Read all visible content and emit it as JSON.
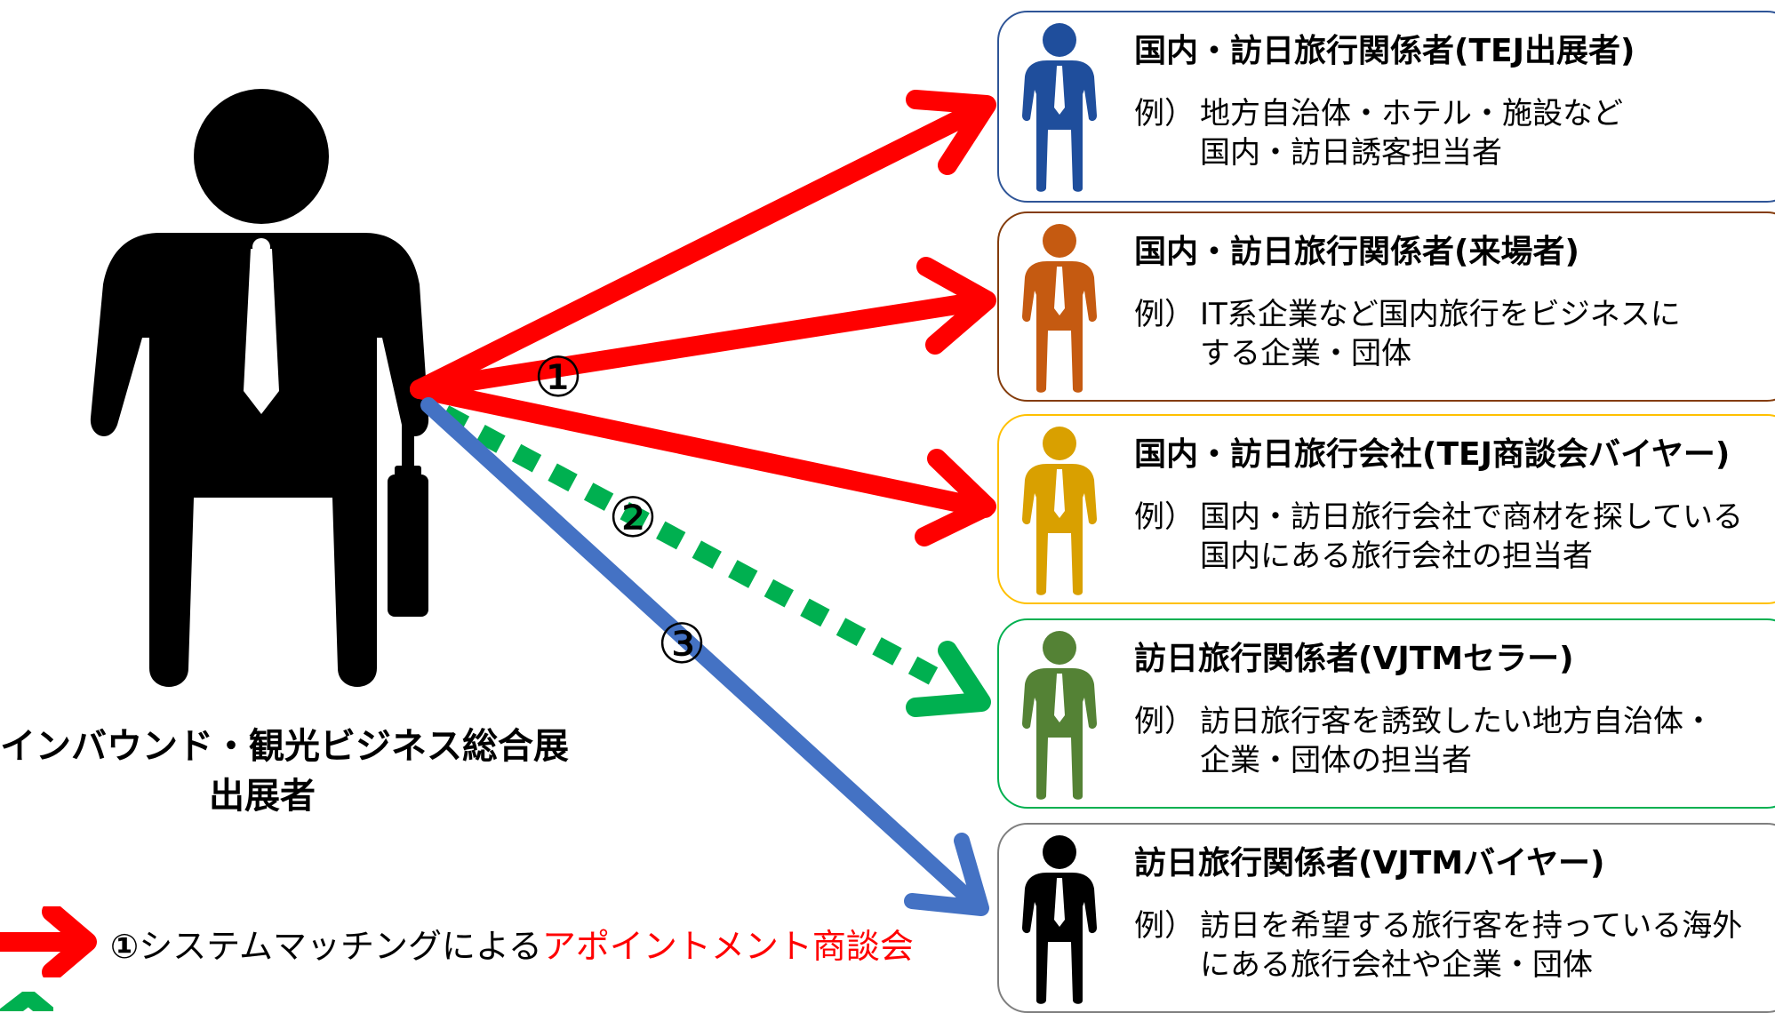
{
  "exhibitor": {
    "line1": "インバウンド・観光ビジネス総合展",
    "line2": "出展者"
  },
  "route_labels": [
    "①",
    "②",
    "③"
  ],
  "targets": [
    {
      "title": "国内・訪日旅行関係者(TEJ出展者)",
      "example_prefix": "例）",
      "example_line1": "地方自治体・ホテル・施設など",
      "example_line2": "国内・訪日誘客担当者",
      "color": "#1f4e9c",
      "border_color": "#2f5597"
    },
    {
      "title": "国内・訪日旅行関係者(来場者)",
      "example_prefix": "例）",
      "example_line1": "IT系企業など国内旅行をビジネスに",
      "example_line2": "する企業・団体",
      "color": "#c55a11",
      "border_color": "#843c0c"
    },
    {
      "title": "国内・訪日旅行会社(TEJ商談会バイヤー)",
      "example_prefix": "例）",
      "example_line1": "国内・訪日旅行会社で商材を探している",
      "example_line2": "国内にある旅行会社の担当者",
      "color": "#d9a000",
      "border_color": "#ffc000"
    },
    {
      "title": "訪日旅行関係者(VJTMセラー)",
      "example_prefix": "例）",
      "example_line1": "訪日旅行客を誘致したい地方自治体・",
      "example_line2": "企業・団体の担当者",
      "color": "#548235",
      "border_color": "#00b050"
    },
    {
      "title": "訪日旅行関係者(VJTMバイヤー)",
      "example_prefix": "例）",
      "example_line1": "訪日を希望する旅行客を持っている海外",
      "example_line2": "にある旅行会社や企業・団体",
      "color": "#000000",
      "border_color": "#7f7f7f"
    }
  ],
  "legend": {
    "number": "①",
    "text_plain": "システムマッチングによる",
    "text_highlight": "アポイントメント商談会",
    "arrow_color": "#ff0000",
    "highlight_color": "#ff0000"
  },
  "colors": {
    "red_arrow": "#ff0000",
    "green_arrow": "#00b050",
    "blue_arrow": "#4472c4"
  }
}
